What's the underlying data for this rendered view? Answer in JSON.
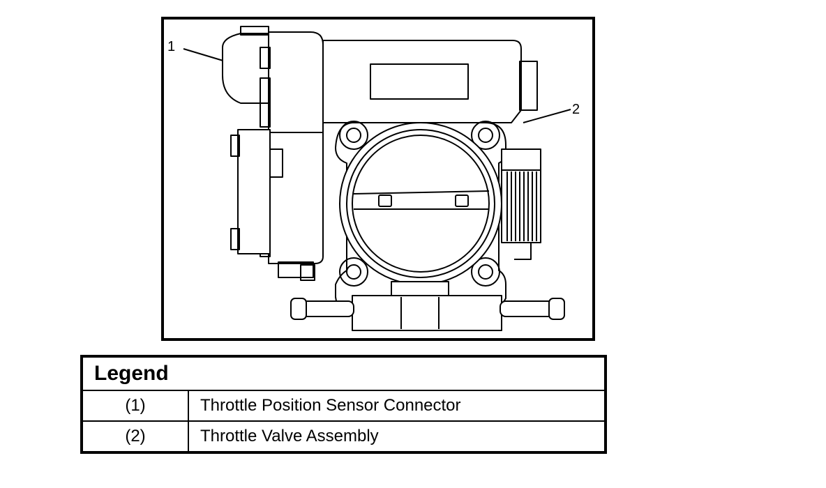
{
  "callouts": [
    {
      "number": "1"
    },
    {
      "number": "2"
    }
  ],
  "legend": {
    "title": "Legend",
    "rows": [
      {
        "num": "(1)",
        "desc": "Throttle Position Sensor Connector"
      },
      {
        "num": "(2)",
        "desc": "Throttle Valve Assembly"
      }
    ]
  },
  "colors": {
    "line": "#000000",
    "background": "#ffffff"
  }
}
